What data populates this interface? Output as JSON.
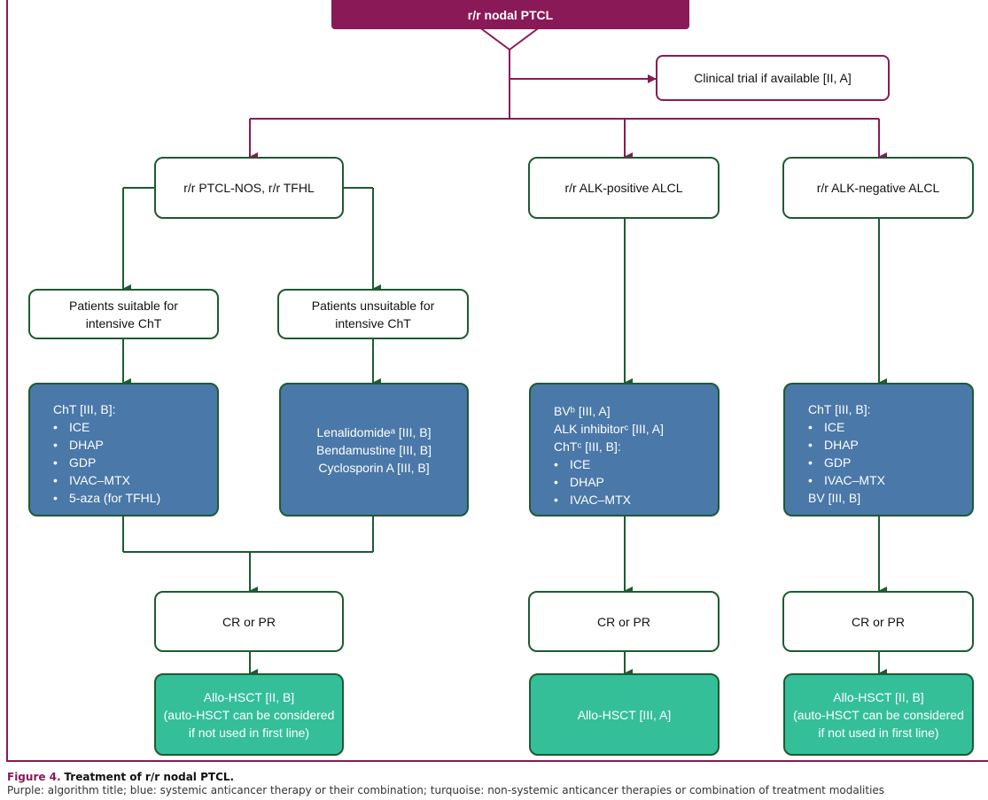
{
  "title": "r/r nodal PTCL",
  "clinical_trial": "Clinical trial if available [II, A]",
  "branches": {
    "ptcl_nos": "r/r PTCL-NOS, r/r TFHL",
    "alk_pos": "r/r ALK-positive ALCL",
    "alk_neg": "r/r ALK-negative ALCL"
  },
  "suitability": {
    "suitable_line1": "Patients suitable for",
    "suitable_line2": "intensive ChT",
    "unsuitable_line1": "Patients unsuitable for",
    "unsuitable_line2": "intensive ChT"
  },
  "treatments": {
    "intensive": {
      "header": "ChT [III, B]:",
      "items": [
        "ICE",
        "DHAP",
        "GDP",
        "IVAC–MTX",
        "5-aza (for TFHL)"
      ]
    },
    "nonintensive": {
      "line1": "Lenalidomideᵃ [III, B]",
      "line2": "Bendamustine [III, B]",
      "line3": "Cyclosporin A [III, B]"
    },
    "alk_pos": {
      "line1": "BVᵇ [III, A]",
      "line2": "ALK inhibitorᶜ [III, A]",
      "line3": "ChTᶜ [III, B]:",
      "items": [
        "ICE",
        "DHAP",
        "IVAC–MTX"
      ]
    },
    "alk_neg": {
      "header": "ChT [III, B]:",
      "items": [
        "ICE",
        "DHAP",
        "GDP",
        "IVAC–MTX"
      ],
      "footer": "BV [III, B]"
    }
  },
  "response": "CR or PR",
  "outcomes": {
    "left": {
      "line1": "Allo-HSCT [II, B]",
      "line2": "(auto-HSCT can be considered",
      "line3": "if not used in first line)"
    },
    "middle": "Allo-HSCT [III, A]",
    "right": {
      "line1": "Allo-HSCT [II, B]",
      "line2": "(auto-HSCT can be considered",
      "line3": "if not used in first line)"
    }
  },
  "caption": {
    "label": "Figure 4.",
    "title": "Treatment of r/r nodal PTCL.",
    "description": "Purple: algorithm title; blue: systemic anticancer therapy or their combination; turquoise: non-systemic anticancer therapies or combination of treatment modalities"
  },
  "colors": {
    "purple": "#8a1a57",
    "blue": "#4a78a8",
    "turquoise": "#34bf98",
    "green_line": "#1e5a32"
  }
}
